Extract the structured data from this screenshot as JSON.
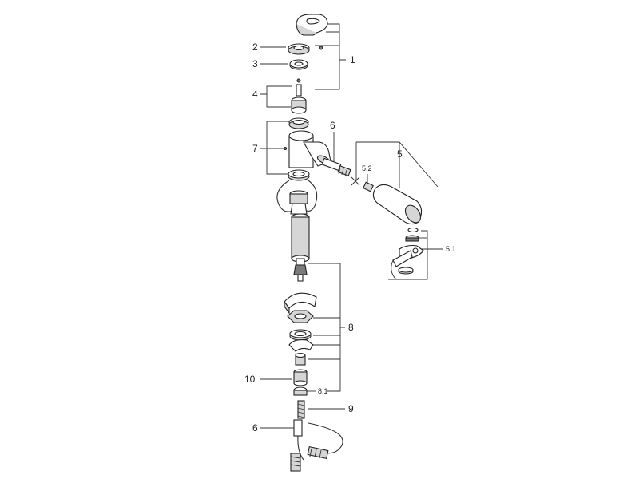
{
  "diagram": {
    "callouts": [
      {
        "id": "1",
        "text": "1"
      },
      {
        "id": "2",
        "text": "2"
      },
      {
        "id": "3",
        "text": "3"
      },
      {
        "id": "4",
        "text": "4"
      },
      {
        "id": "5",
        "text": "5"
      },
      {
        "id": "5.1",
        "text": "5.1"
      },
      {
        "id": "5.2",
        "text": "5.2"
      },
      {
        "id": "6a",
        "text": "6"
      },
      {
        "id": "6b",
        "text": "6"
      },
      {
        "id": "7",
        "text": "7"
      },
      {
        "id": "8",
        "text": "8"
      },
      {
        "id": "8.1",
        "text": "8.1"
      },
      {
        "id": "9",
        "text": "9"
      },
      {
        "id": "10",
        "text": "10"
      }
    ]
  }
}
